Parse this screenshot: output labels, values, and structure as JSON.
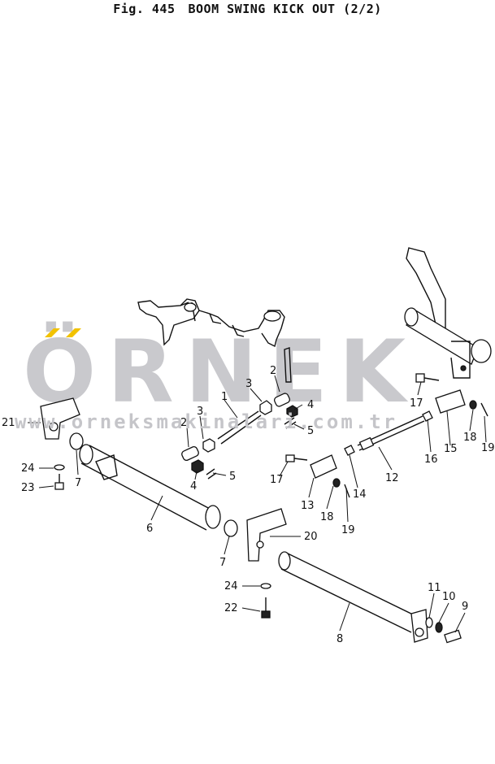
{
  "title": {
    "figure": "Fig. 445",
    "name": "BOOM SWING KICK OUT (2/2)"
  },
  "watermark": {
    "logo": "ÖRNEK",
    "url": "www.orneksmakinalari.com.tr",
    "color": "#c9c9cd",
    "accent": "#f2c200"
  },
  "callouts": {
    "c1": "1",
    "c2a": "2",
    "c2b": "2",
    "c3a": "3",
    "c3b": "3",
    "c4a": "4",
    "c4b": "4",
    "c5a": "5",
    "c5b": "5",
    "c6": "6",
    "c7a": "7",
    "c7b": "7",
    "c8": "8",
    "c9": "9",
    "c10": "10",
    "c11": "11",
    "c12": "12",
    "c13": "13",
    "c14": "14",
    "c15": "15",
    "c16": "16",
    "c17a": "17",
    "c17b": "17",
    "c18a": "18",
    "c18b": "18",
    "c19a": "19",
    "c19b": "19",
    "c20": "20",
    "c21": "21",
    "c22": "22",
    "c23": "23",
    "c24a": "24",
    "c24b": "24"
  }
}
